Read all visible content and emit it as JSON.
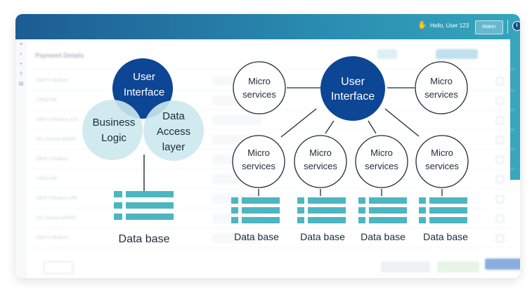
{
  "header": {
    "greeting": "Hello, User 123",
    "role_button": "Maker",
    "icons": [
      "wave-icon",
      "power-icon"
    ]
  },
  "sidebar": {
    "icons": [
      "menu-icon",
      "search-icon",
      "add-icon",
      "upload-icon",
      "file-icon"
    ]
  },
  "background_page": {
    "title": "Payment Details",
    "rows": [
      "EBAY 0 Shabura",
      "CSRQ IPB",
      "EBAY 0 Shabura, EOL",
      "ECL Finance (BSNP)",
      "EBAY 0 Shabura",
      "CSRQ IPB",
      "EBAY 0 Shabura JPB",
      "ECL Finance (BSNP)",
      "EBAY 0 Shabura"
    ]
  },
  "monolith": {
    "user_interface": [
      "User",
      "Interface"
    ],
    "business_logic": [
      "Business",
      "Logic"
    ],
    "data_access": [
      "Data",
      "Access",
      "layer"
    ],
    "database_label": "Data base"
  },
  "microservices": {
    "center": [
      "User",
      "Interface"
    ],
    "services": [
      [
        "Micro",
        "services"
      ],
      [
        "Micro",
        "services"
      ],
      [
        "Micro",
        "services"
      ],
      [
        "Micro",
        "services"
      ],
      [
        "Micro",
        "services"
      ],
      [
        "Micro",
        "services"
      ]
    ],
    "database_labels": [
      "Data base",
      "Data base",
      "Data base",
      "Data base"
    ]
  },
  "colors": {
    "navy": "#0c4694",
    "teal_light": "#cbe8ee",
    "db_teal": "#4cb6c1",
    "header_start": "#1c5c93",
    "header_end": "#35a6bd"
  }
}
